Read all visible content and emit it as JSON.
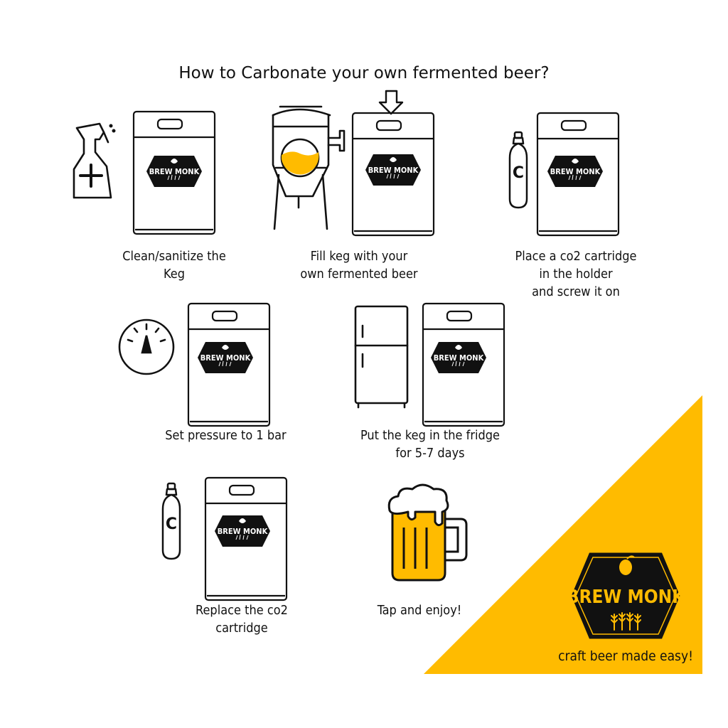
{
  "title": "How to Carbonate your own fermented beer?",
  "brand": {
    "name": "BREW MONK",
    "tagline": "craft beer made easy!",
    "accent_color": "#FFBB00",
    "badge_color": "#111111"
  },
  "steps": [
    {
      "icon": "spray-bottle-icon",
      "lines": [
        "Clean/sanitize the",
        "Keg"
      ]
    },
    {
      "icon": "fermenter-icon",
      "lines": [
        "Fill keg with your",
        "own fermented beer"
      ]
    },
    {
      "icon": "co2-cartridge-icon",
      "lines": [
        "Place a co2 cartridge",
        "in the holder",
        "and screw it on"
      ]
    },
    {
      "icon": "pressure-gauge-icon",
      "lines": [
        "Set pressure to 1 bar"
      ]
    },
    {
      "icon": "fridge-icon",
      "lines": [
        "Put the keg in the fridge",
        "for 5-7 days"
      ]
    },
    {
      "icon": "co2-cartridge-icon",
      "lines": [
        "Replace the co2",
        "cartridge"
      ]
    },
    {
      "icon": "beer-mug-icon",
      "lines": [
        "Tap and enjoy!"
      ]
    }
  ],
  "cartridge_letter": "C"
}
